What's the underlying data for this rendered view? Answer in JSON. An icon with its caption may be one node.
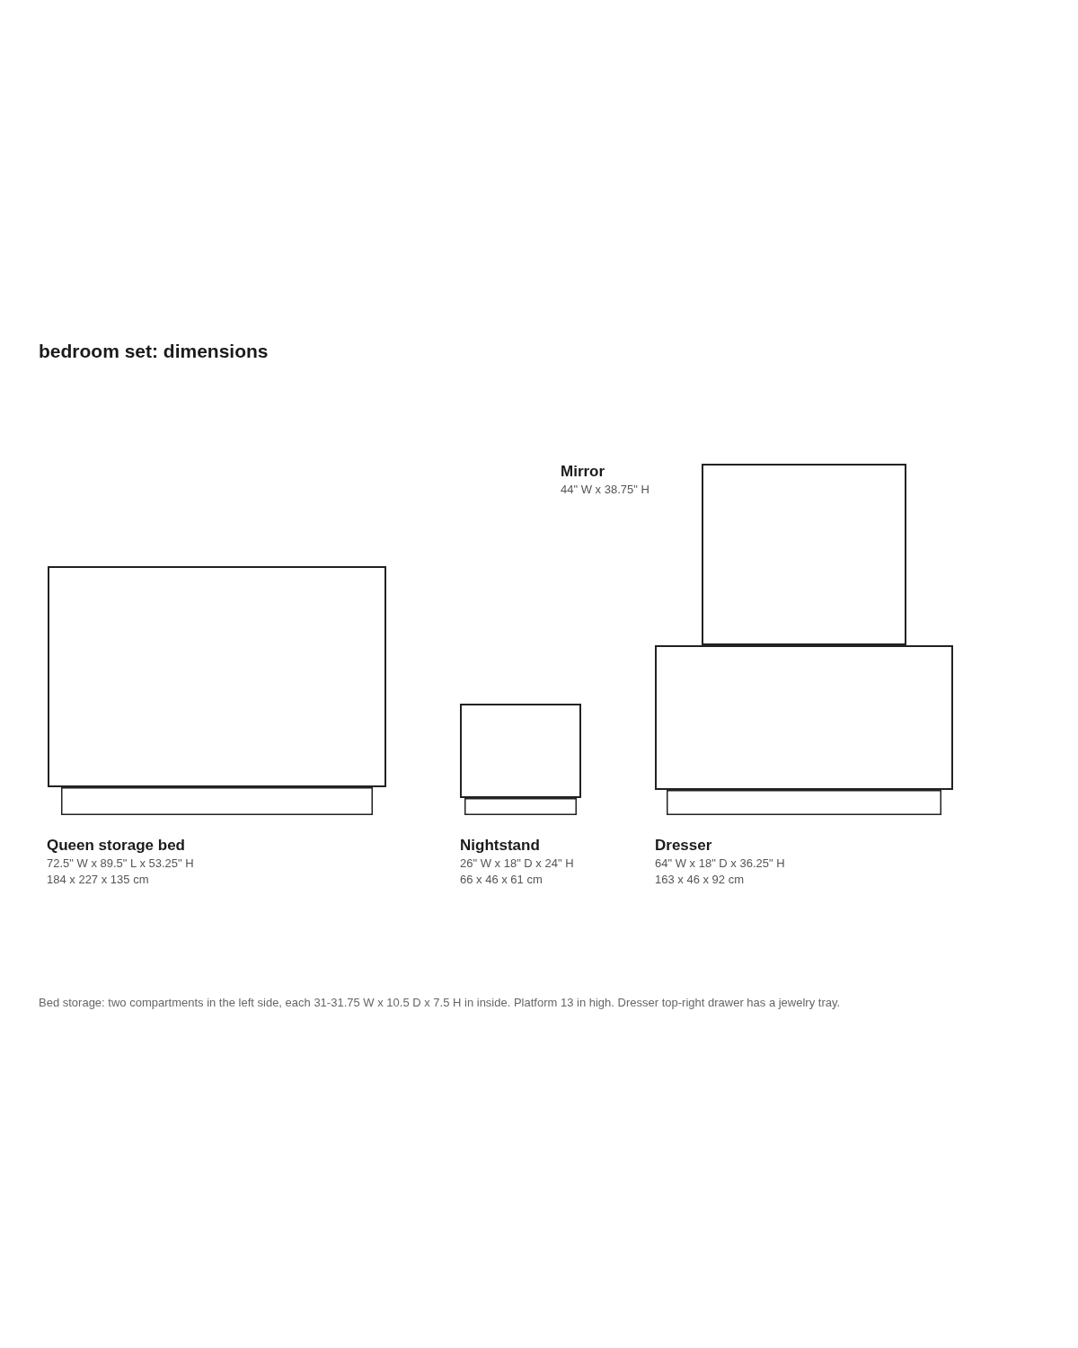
{
  "diagram": {
    "title": "bedroom set: dimensions",
    "nodes": [
      {
        "text": [
          "Queen storage bed",
          "72.5\" W x 89.5\" L x 53.25\" H",
          "184 x 227 x 135 cm"
        ]
      },
      {
        "text": [
          "Nightstand",
          "26\" W x 18\" D x 24\" H",
          "66 x 46 x 61 cm"
        ]
      },
      {
        "text": [],
        "shape": "box",
        "beside": [
          "Mirror",
          "44\" W x 38.75\" H"
        ]
      },
      {
        "text": [
          "Dresser",
          "64\" W x 18\" D x 36.25\" H",
          "163 x 46 x 92 cm"
        ]
      }
    ],
    "labels": [
      "Bed storage: two compartments in the left side, each 31-31.75 W x 10.5 D x 7.5 H in inside. Platform 13 in high. Dresser top-right drawer has a jewelry tray."
    ]
  }
}
